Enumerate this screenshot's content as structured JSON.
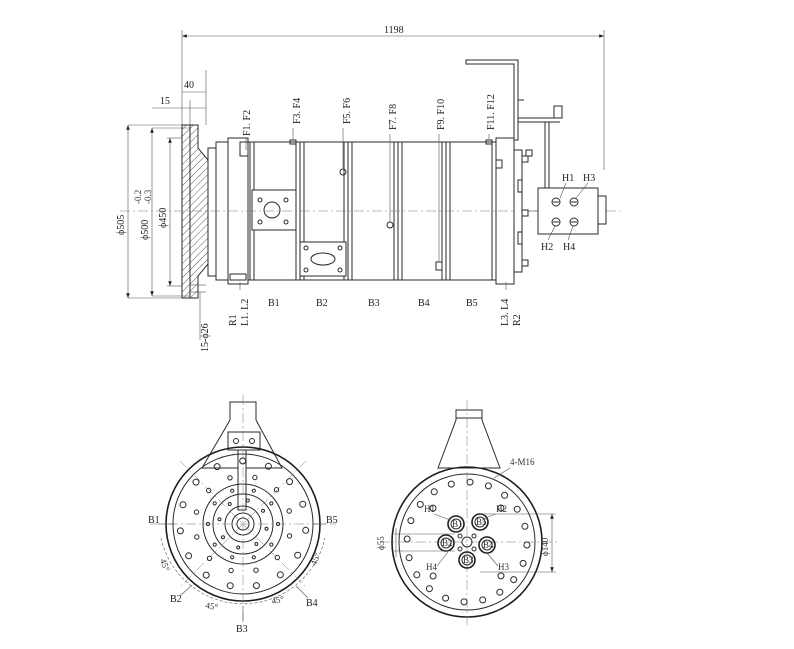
{
  "dimensions": {
    "overall_length": "1198",
    "flange_thickness": "40",
    "flange_offset": "15",
    "dia_505": "ϕ505",
    "dia_500": "ϕ500",
    "dia_500_tol_upper": "-0.2",
    "dia_500_tol_lower": "-0.3",
    "dia_450": "ϕ450",
    "holes_15": "15-ϕ26",
    "dia_55": "ϕ55",
    "dia_140": "ϕ140",
    "tapped_holes": "4-M16"
  },
  "side_labels": {
    "fluid_ports": [
      "F1. F2",
      "F3. F4",
      "F5. F6",
      "F7. F8",
      "F9. F10",
      "F11. F12"
    ],
    "bottom_left": [
      "R1",
      "L1. L2"
    ],
    "bottom_right": [
      "L3. L4",
      "R2"
    ],
    "bands": [
      "B1",
      "B2",
      "B3",
      "B4",
      "B5"
    ],
    "hydraulic": [
      "H1",
      "H3",
      "H2",
      "H4"
    ]
  },
  "front_view_labels": {
    "b1": "B1",
    "b5": "B5",
    "b2": "B2",
    "b4": "B4",
    "b3": "B3",
    "angles": [
      "45°",
      "45°",
      "45°",
      "45°"
    ]
  },
  "rear_view_labels": {
    "ports": [
      "H1",
      "H2",
      "H3",
      "H4"
    ],
    "circle_ports": [
      "B1",
      "B5",
      "B2",
      "B4",
      "B3"
    ]
  }
}
